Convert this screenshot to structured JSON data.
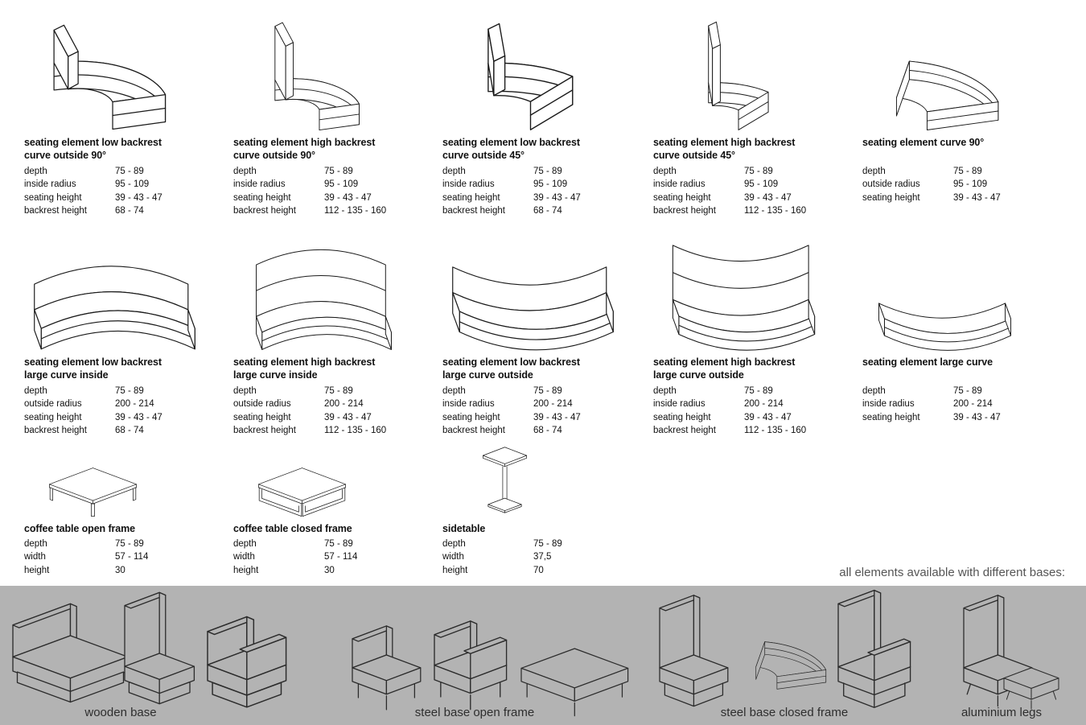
{
  "page": {
    "note_bases": "all elements available with different bases:"
  },
  "cards": [
    {
      "title": [
        "seating element low backrest",
        "curve outside 90°"
      ],
      "specs": [
        {
          "label": "depth",
          "value": "75 - 89"
        },
        {
          "label": "inside radius",
          "value": "95 - 109"
        },
        {
          "label": "seating height",
          "value": "39 - 43 - 47"
        },
        {
          "label": "backrest height",
          "value": "68 - 74"
        }
      ]
    },
    {
      "title": [
        "seating element high backrest",
        "curve outside 90°"
      ],
      "specs": [
        {
          "label": "depth",
          "value": "75 - 89"
        },
        {
          "label": "inside radius",
          "value": "95 - 109"
        },
        {
          "label": "seating height",
          "value": "39 - 43 - 47"
        },
        {
          "label": "backrest height",
          "value": "112 - 135 - 160"
        }
      ]
    },
    {
      "title": [
        "seating element low backrest",
        "curve outside 45°"
      ],
      "specs": [
        {
          "label": "depth",
          "value": "75 - 89"
        },
        {
          "label": "inside radius",
          "value": "95 - 109"
        },
        {
          "label": "seating height",
          "value": "39 - 43 - 47"
        },
        {
          "label": "backrest height",
          "value": "68 - 74"
        }
      ]
    },
    {
      "title": [
        "seating element high backrest",
        "curve outside 45°"
      ],
      "specs": [
        {
          "label": "depth",
          "value": "75 - 89"
        },
        {
          "label": "inside radius",
          "value": "95 - 109"
        },
        {
          "label": "seating height",
          "value": "39 - 43 - 47"
        },
        {
          "label": "backrest height",
          "value": "112 - 135 - 160"
        }
      ]
    },
    {
      "title": [
        "seating element curve 90°"
      ],
      "specs": [
        {
          "label": "depth",
          "value": "75 - 89"
        },
        {
          "label": "outside radius",
          "value": "95 - 109"
        },
        {
          "label": "seating height",
          "value": "39 - 43 - 47"
        }
      ]
    },
    {
      "title": [
        "seating element low backrest",
        "large curve inside"
      ],
      "specs": [
        {
          "label": "depth",
          "value": "75 - 89"
        },
        {
          "label": "outside radius",
          "value": "200 - 214"
        },
        {
          "label": "seating height",
          "value": "39 - 43 - 47"
        },
        {
          "label": "backrest height",
          "value": "68 - 74"
        }
      ]
    },
    {
      "title": [
        "seating element high backrest",
        "large curve inside"
      ],
      "specs": [
        {
          "label": "depth",
          "value": "75 - 89"
        },
        {
          "label": "outside radius",
          "value": "200 - 214"
        },
        {
          "label": "seating height",
          "value": "39 - 43 - 47"
        },
        {
          "label": "backrest height",
          "value": "112 - 135 - 160"
        }
      ]
    },
    {
      "title": [
        "seating element low backrest",
        "large curve outside"
      ],
      "specs": [
        {
          "label": "depth",
          "value": "75 - 89"
        },
        {
          "label": "inside radius",
          "value": "200 - 214"
        },
        {
          "label": "seating height",
          "value": "39 - 43 - 47"
        },
        {
          "label": "backrest height",
          "value": "68 - 74"
        }
      ]
    },
    {
      "title": [
        "seating element high backrest",
        "large curve outside"
      ],
      "specs": [
        {
          "label": "depth",
          "value": "75 - 89"
        },
        {
          "label": "inside radius",
          "value": "200 - 214"
        },
        {
          "label": "seating height",
          "value": "39 - 43 - 47"
        },
        {
          "label": "backrest height",
          "value": "112 - 135 - 160"
        }
      ]
    },
    {
      "title": [
        "seating element large curve"
      ],
      "specs": [
        {
          "label": "depth",
          "value": "75 - 89"
        },
        {
          "label": "inside radius",
          "value": "200 - 214"
        },
        {
          "label": "seating height",
          "value": "39 - 43 - 47"
        }
      ]
    },
    {
      "title": [
        "coffee table open frame"
      ],
      "specs": [
        {
          "label": "depth",
          "value": "75 - 89"
        },
        {
          "label": "width",
          "value": "57 - 114"
        },
        {
          "label": "height",
          "value": "30"
        }
      ]
    },
    {
      "title": [
        "coffee table closed frame"
      ],
      "specs": [
        {
          "label": "depth",
          "value": "75 - 89"
        },
        {
          "label": "width",
          "value": "57 - 114"
        },
        {
          "label": "height",
          "value": "30"
        }
      ]
    },
    {
      "title": [
        "sidetable"
      ],
      "specs": [
        {
          "label": "depth",
          "value": "75 - 89"
        },
        {
          "label": "width",
          "value": "37,5"
        },
        {
          "label": "height",
          "value": "70"
        }
      ]
    }
  ],
  "bases": [
    {
      "label": "wooden base"
    },
    {
      "label": "steel base open frame"
    },
    {
      "label": "steel base closed frame"
    },
    {
      "label": "aluminium legs"
    }
  ]
}
